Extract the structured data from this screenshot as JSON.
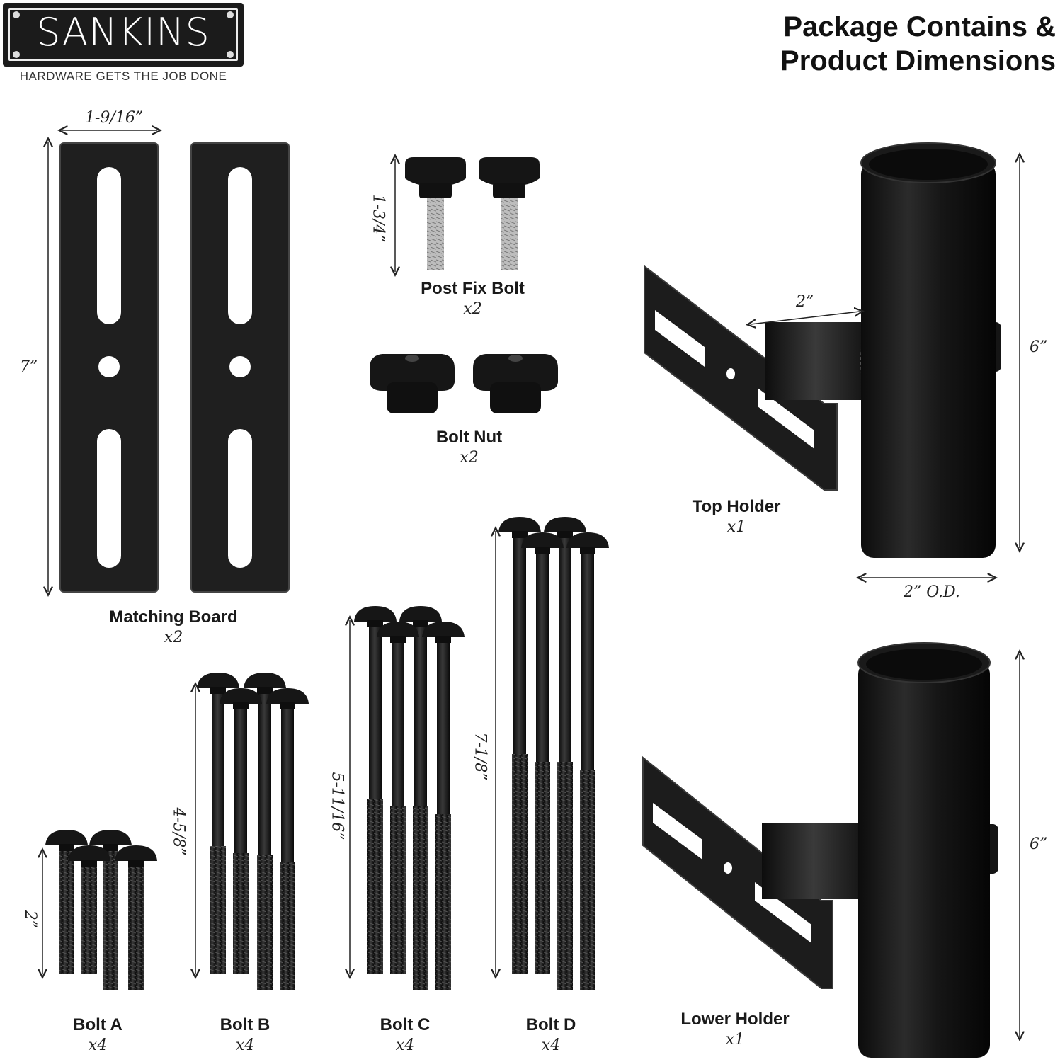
{
  "brand": {
    "name": "SANKINS",
    "tagline": "HARDWARE GETS THE JOB DONE"
  },
  "heading": {
    "line1": "Package Contains &",
    "line2": "Product Dimensions"
  },
  "items": {
    "matching_board": {
      "label": "Matching Board",
      "qty": "x2",
      "width": "1-9/16”",
      "height": "7”"
    },
    "post_fix_bolt": {
      "label": "Post Fix Bolt",
      "qty": "x2",
      "length": "1-3/4”"
    },
    "bolt_nut": {
      "label": "Bolt Nut",
      "qty": "x2"
    },
    "top_holder": {
      "label": "Top Holder",
      "qty": "x1",
      "arm": "2”",
      "height": "6”",
      "od": "2” O.D."
    },
    "lower_holder": {
      "label": "Lower Holder",
      "qty": "x1",
      "height": "6”"
    },
    "bolt_a": {
      "label": "Bolt A",
      "qty": "x4",
      "length": "2”"
    },
    "bolt_b": {
      "label": "Bolt B",
      "qty": "x4",
      "length": "4-5/8”"
    },
    "bolt_c": {
      "label": "Bolt C",
      "qty": "x4",
      "length": "5-11/16”"
    },
    "bolt_d": {
      "label": "Bolt D",
      "qty": "x4",
      "length": "7-1/8”"
    }
  },
  "colors": {
    "metal": "#1c1c1c",
    "accent": "#111111",
    "background": "#ffffff"
  }
}
